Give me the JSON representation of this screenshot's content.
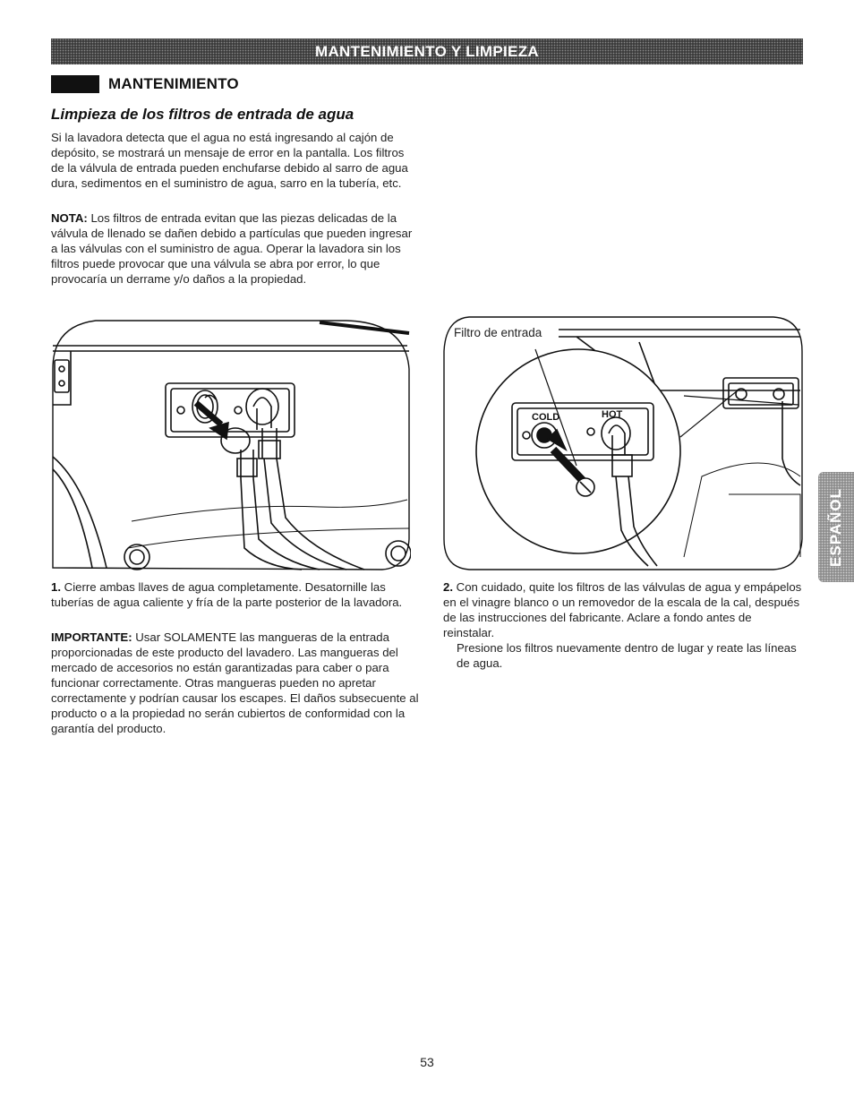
{
  "banner": {
    "title": "MANTENIMIENTO Y LIMPIEZA"
  },
  "section": {
    "heading": "MANTENIMIENTO",
    "subheading": "Limpieza de los filtros de entrada de agua"
  },
  "intro": {
    "paragraph": "Si la lavadora detecta que el agua no está ingresando al cajón de depósito, se mostrará un mensaje de error en la pantalla. Los filtros de la válvula de entrada pueden enchufarse debido al sarro de agua dura, sedimentos en el suministro de agua, sarro en la tubería, etc.",
    "note_label": "NOTA:",
    "note_text": " Los filtros de entrada evitan que las piezas delicadas de la válvula de llenado se dañen debido a partículas que pueden ingresar a las válvulas con el suministro de agua. Operar la lavadora sin los filtros puede provocar que una válvula se abra por error, lo que provocaría un derrame y/o daños a la propiedad."
  },
  "figure_right": {
    "label": "Filtro de entrada",
    "cold": "COLD",
    "hot": "HOT"
  },
  "steps": [
    {
      "num": "1.",
      "text": " Cierre ambas llaves de agua completamente. Desatornille las tuberías de agua caliente y fría de la parte posterior de la lavadora.",
      "important_label": "IMPORTANTE:",
      "important_text": " Usar SOLAMENTE las mangueras de la entrada proporcionadas de este producto del lavadero. Las mangueras del mercado de accesorios no están garantizadas para caber o para funcionar correctamente. Otras mangueras pueden no apretar correctamente y podrían causar los escapes. El daños subsecuente al producto o a la propiedad no serán cubiertos de conformidad con la garantía del producto."
    },
    {
      "num": "2.",
      "text": " Con cuidado, quite los filtros de las válvulas de agua y empápelos en el vinagre blanco o un removedor de la escala de la cal, después de las instrucciones del fabricante. Aclare a fondo antes de reinstalar.",
      "extra": "Presione los filtros nuevamente dentro de lugar y reate las líneas de agua."
    }
  ],
  "side_tab": "ESPAÑOL",
  "page_number": "53"
}
